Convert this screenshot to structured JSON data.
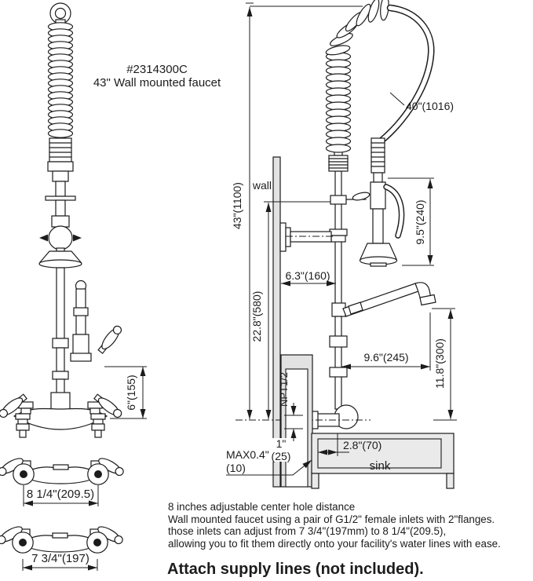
{
  "title": {
    "model": "#2314300C",
    "product": "43\" Wall mounted faucet"
  },
  "dims": {
    "hose": "40\"(1016)",
    "overall": "43\"(1100)",
    "wall": "wall",
    "spray": "9.5\"(240)",
    "bracket": "6.3\"(160)",
    "body_to_inlet": "22.8\"(580)",
    "spout_reach": "9.6\"(245)",
    "spout_height": "11.8\"(300)",
    "thread": "NPT1/2",
    "nipple_in": "1\"",
    "nipple_mm": "(25)",
    "max_in": "MAX0.4\"",
    "max_mm": "(10)",
    "sink": "sink",
    "sink_offset": "2.8\"(70)",
    "body_height": "6\"(155)",
    "centers_max": "8 1/4\"(209.5)",
    "centers_min": "7 3/4\"(197)"
  },
  "notes": {
    "l1": "8 inches adjustable center hole distance",
    "l2": "Wall mounted faucet using a pair of G1/2\" female inlets with 2\"flanges.",
    "l3": "those inlets can adjust from 7 3/4\"(197mm) to 8 1/4\"(209.5),",
    "l4": "allowing you to fit them directly onto your facility's water lines with ease.",
    "attach": "Attach supply lines (not included)."
  },
  "colors": {
    "line": "#1c1c1c",
    "light": "#e2e2e2",
    "sink": "#eaeaea",
    "background": "#ffffff"
  }
}
